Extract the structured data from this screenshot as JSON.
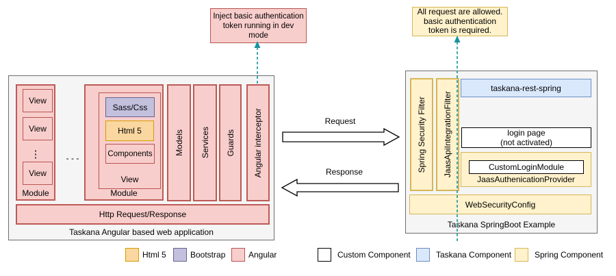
{
  "colors": {
    "angular_fill": "#f8cecc",
    "angular_border": "#b85450",
    "html5_fill": "#fad7a0",
    "html5_border": "#d79b00",
    "bootstrap_fill": "#c3c0dd",
    "bootstrap_border": "#67628f",
    "spring_fill": "#fff2cc",
    "spring_border": "#d6b656",
    "taskana_fill": "#dae8fc",
    "taskana_border": "#6c8ebf",
    "dashed_arrow": "#17929e"
  },
  "annotations": {
    "left_note": "Inject basic authentication token running in dev mode",
    "right_note": "All request are allowed. basic authentication token is required."
  },
  "left_app": {
    "caption": "Taskana Angular based web application",
    "module1": {
      "views": [
        "View",
        "View",
        "View"
      ],
      "dots": "⋮",
      "label": "Module"
    },
    "separator": "- - -",
    "module2": {
      "view": {
        "sass": "Sass/Css",
        "html5": "Html 5",
        "components": "Components",
        "label": "View"
      },
      "label": "Module"
    },
    "bars": [
      "Models",
      "Services",
      "Guards",
      "Angular interceptor"
    ],
    "http_bar": "Http Request/Response"
  },
  "flows": {
    "request": "Request",
    "response": "Response"
  },
  "right_app": {
    "caption": "Taskana SpringBoot Example",
    "bars": [
      "Spring Security Filter",
      "JaasApiIntegrationFilter"
    ],
    "taskana_rest": "taskana-rest-spring",
    "login_line1": "login page",
    "login_line2": "(not activated)",
    "provider": {
      "child": "CustomLoginModule",
      "label": "JaasAuthenicationProvider"
    },
    "web_security": "WebSecurityConfig"
  },
  "legend": [
    {
      "label": "Html 5"
    },
    {
      "label": "Bootstrap"
    },
    {
      "label": "Angular"
    },
    {
      "label": "Custom Component"
    },
    {
      "label": "Taskana Component"
    },
    {
      "label": "Spring Component"
    }
  ]
}
